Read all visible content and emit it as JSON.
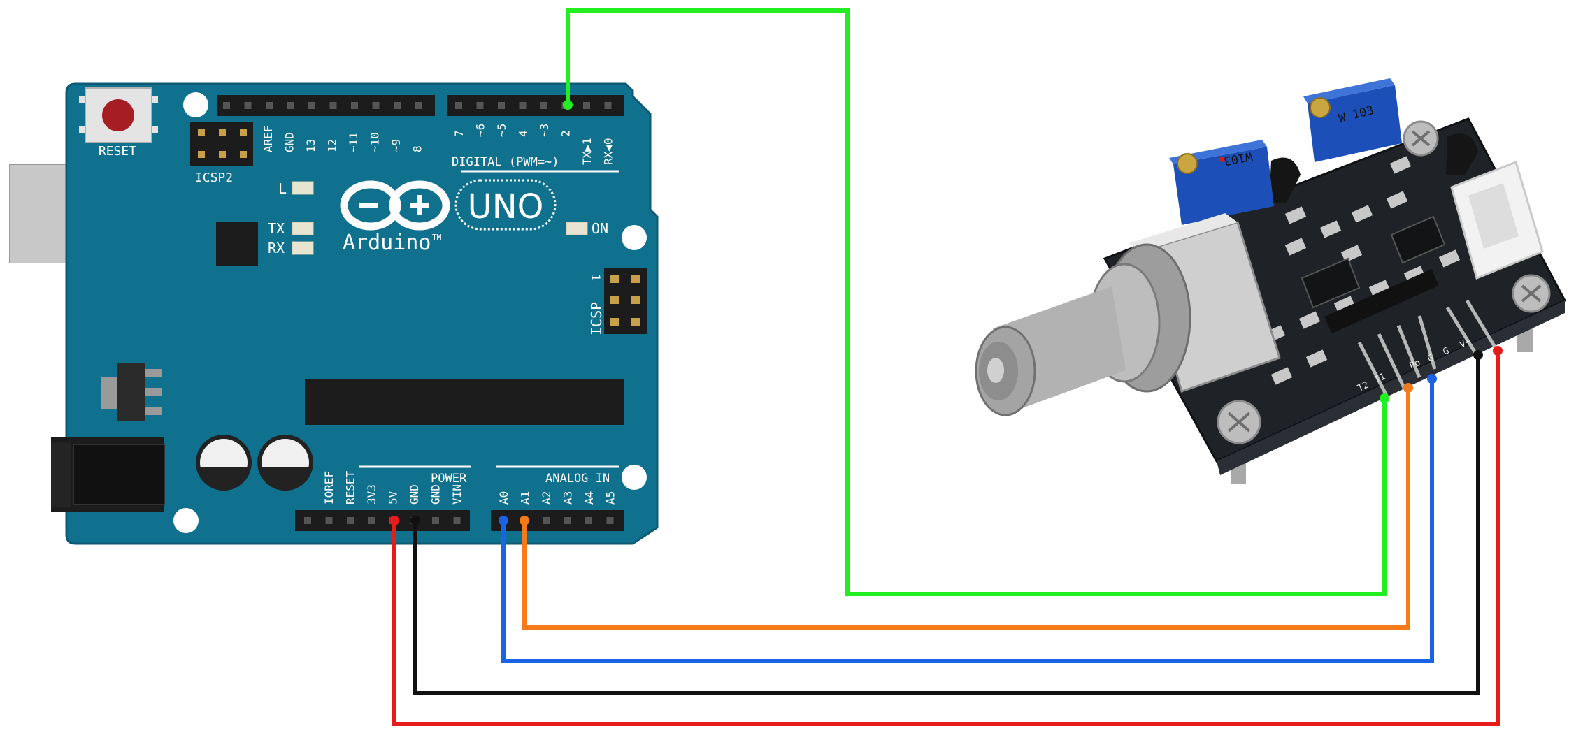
{
  "arduino": {
    "reset_label": "RESET",
    "icsp2_label": "ICSP2",
    "icsp_label": "ICSP",
    "icsp_pin1_label": "1",
    "logo_text": "Arduino",
    "logo_tm": "TM",
    "uno_text": "UNO",
    "led_labels": {
      "l": "L",
      "tx": "TX",
      "rx": "RX",
      "on": "ON"
    },
    "digital_header_label": "DIGITAL (PWM=~)",
    "digital_pins_left": [
      "AREF",
      "GND",
      "13",
      "12",
      "~11",
      "~10",
      "~9",
      "8"
    ],
    "digital_pins_right": [
      "7",
      "~6",
      "~5",
      "4",
      "~3",
      "2",
      "TX▶1",
      "RX◀0"
    ],
    "power_header_label": "POWER",
    "power_pins": [
      "IOREF",
      "RESET",
      "3V3",
      "5V",
      "GND",
      "GND",
      "VIN"
    ],
    "analog_header_label": "ANALOG IN",
    "analog_pins": [
      "A0",
      "A1",
      "A2",
      "A3",
      "A4",
      "A5"
    ]
  },
  "sensor_module": {
    "pot_labels": [
      "W103",
      "W 103"
    ],
    "pin_labels": [
      "T2",
      "T1",
      "Po",
      "G",
      "G",
      "V+"
    ]
  },
  "wires": [
    {
      "name": "digital-2-to-t2",
      "color": "#22ee22"
    },
    {
      "name": "a1-to-t1",
      "color": "#f47a1a"
    },
    {
      "name": "a0-to-po",
      "color": "#1a62e6"
    },
    {
      "name": "gnd-to-g",
      "color": "#111111"
    },
    {
      "name": "5v-to-vcc",
      "color": "#e61c1c"
    }
  ]
}
